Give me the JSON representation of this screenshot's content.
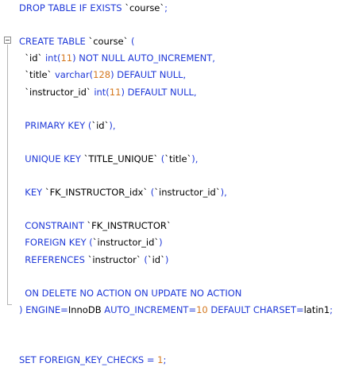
{
  "editor": {
    "lines": [
      {
        "tokens": [
          {
            "t": "DROP TABLE IF EXISTS ",
            "c": "kw"
          },
          {
            "t": "`course`",
            "c": "str"
          },
          {
            "t": ";",
            "c": "kw"
          }
        ]
      },
      {
        "tokens": []
      },
      {
        "tokens": [
          {
            "t": "CREATE TABLE ",
            "c": "kw"
          },
          {
            "t": "`course`",
            "c": "str"
          },
          {
            "t": " (",
            "c": "kw"
          }
        ]
      },
      {
        "tokens": [
          {
            "t": "  `id` ",
            "c": "str"
          },
          {
            "t": "int(",
            "c": "kw"
          },
          {
            "t": "11",
            "c": "num"
          },
          {
            "t": ") NOT NULL AUTO_INCREMENT,",
            "c": "kw"
          }
        ]
      },
      {
        "tokens": [
          {
            "t": "  `title` ",
            "c": "str"
          },
          {
            "t": "varchar(",
            "c": "kw"
          },
          {
            "t": "128",
            "c": "num"
          },
          {
            "t": ") DEFAULT NULL,",
            "c": "kw"
          }
        ]
      },
      {
        "tokens": [
          {
            "t": "  `instructor_id` ",
            "c": "str"
          },
          {
            "t": "int(",
            "c": "kw"
          },
          {
            "t": "11",
            "c": "num"
          },
          {
            "t": ") DEFAULT NULL,",
            "c": "kw"
          }
        ]
      },
      {
        "tokens": []
      },
      {
        "tokens": [
          {
            "t": "  PRIMARY KEY (",
            "c": "kw"
          },
          {
            "t": "`id`",
            "c": "str"
          },
          {
            "t": "),",
            "c": "kw"
          }
        ]
      },
      {
        "tokens": []
      },
      {
        "tokens": [
          {
            "t": "  UNIQUE KEY ",
            "c": "kw"
          },
          {
            "t": "`TITLE_UNIQUE`",
            "c": "str"
          },
          {
            "t": " (",
            "c": "kw"
          },
          {
            "t": "`title`",
            "c": "str"
          },
          {
            "t": "),",
            "c": "kw"
          }
        ]
      },
      {
        "tokens": []
      },
      {
        "tokens": [
          {
            "t": "  KEY ",
            "c": "kw"
          },
          {
            "t": "`FK_INSTRUCTOR_idx`",
            "c": "str"
          },
          {
            "t": " (",
            "c": "kw"
          },
          {
            "t": "`instructor_id`",
            "c": "str"
          },
          {
            "t": "),",
            "c": "kw"
          }
        ]
      },
      {
        "tokens": []
      },
      {
        "tokens": [
          {
            "t": "  CONSTRAINT ",
            "c": "kw"
          },
          {
            "t": "`FK_INSTRUCTOR`",
            "c": "str"
          }
        ]
      },
      {
        "tokens": [
          {
            "t": "  FOREIGN KEY (",
            "c": "kw"
          },
          {
            "t": "`instructor_id`",
            "c": "str"
          },
          {
            "t": ")",
            "c": "kw"
          }
        ]
      },
      {
        "tokens": [
          {
            "t": "  REFERENCES ",
            "c": "kw"
          },
          {
            "t": "`instructor`",
            "c": "str"
          },
          {
            "t": " (",
            "c": "kw"
          },
          {
            "t": "`id`",
            "c": "str"
          },
          {
            "t": ")",
            "c": "kw"
          }
        ]
      },
      {
        "tokens": []
      },
      {
        "tokens": [
          {
            "t": "  ON DELETE NO ACTION ON UPDATE NO ACTION",
            "c": "kw"
          }
        ]
      },
      {
        "tokens": [
          {
            "t": ") ENGINE=",
            "c": "kw"
          },
          {
            "t": "InnoDB",
            "c": "plain"
          },
          {
            "t": " AUTO_INCREMENT=",
            "c": "kw"
          },
          {
            "t": "10",
            "c": "num"
          },
          {
            "t": " DEFAULT CHARSET=",
            "c": "kw"
          },
          {
            "t": "latin1",
            "c": "plain"
          },
          {
            "t": ";",
            "c": "kw"
          }
        ]
      },
      {
        "tokens": []
      },
      {
        "tokens": []
      },
      {
        "tokens": [
          {
            "t": "SET FOREIGN_KEY_CHECKS = ",
            "c": "kw"
          },
          {
            "t": "1",
            "c": "num"
          },
          {
            "t": ";",
            "c": "kw"
          }
        ]
      }
    ]
  },
  "colors": {
    "keyword": "#1f39d8",
    "identifier": "#000000",
    "number": "#d4781f",
    "background": "#ffffff"
  }
}
